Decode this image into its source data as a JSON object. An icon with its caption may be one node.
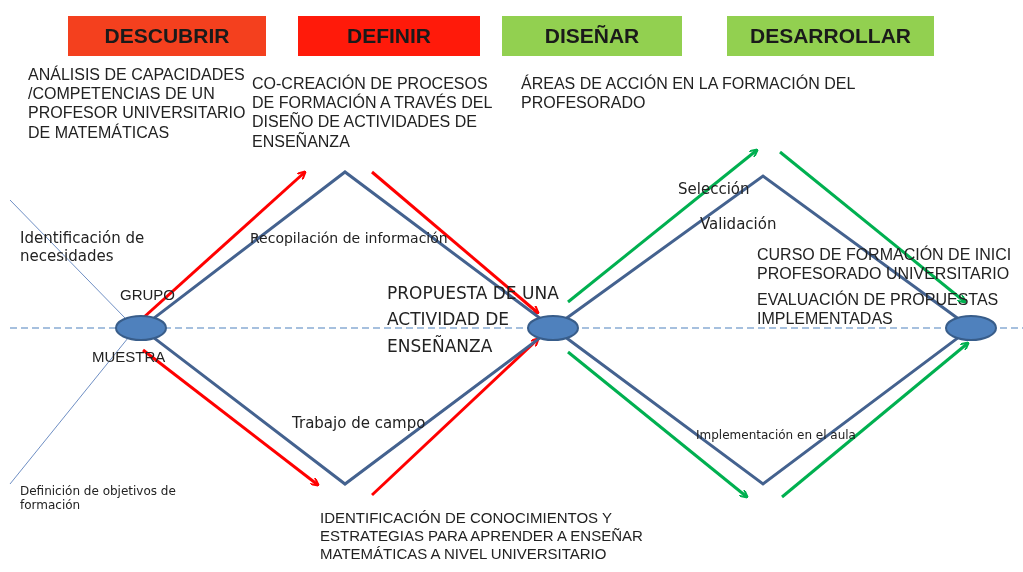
{
  "diagram": {
    "nodes": [
      {
        "text": [
          "DESCUBRIR"
        ]
      },
      {
        "text": [
          "DEFINIR"
        ]
      },
      {
        "text": [
          "DISEÑAR"
        ]
      },
      {
        "text": [
          "DESARROLLAR"
        ]
      },
      {
        "text": [],
        "shape": "circle",
        "beside": [
          "GRUPO",
          "MUESTRA"
        ]
      },
      {
        "text": [],
        "shape": "circle"
      },
      {
        "text": [],
        "shape": "circle"
      }
    ],
    "edges": [
      {
        "from": 4,
        "to": 5,
        "arrow": "none"
      },
      {
        "from": 4,
        "to": 5,
        "arrow": "none"
      },
      {
        "from": 5,
        "to": 6,
        "arrow": "none"
      },
      {
        "from": 5,
        "to": 6,
        "arrow": "none"
      }
    ],
    "labels": [
      "ANÁLISIS DE CAPACIDADES /COMPETENCIAS DE UN PROFESOR UNIVERSITARIO DE MATEMÁTICAS",
      "CO-CREACIÓN DE PROCESOS DE FORMACIÓN A TRAVÉS DEL DISEÑO DE ACTIVIDADES DE ENSEÑANZA",
      "ÁREAS DE ACCIÓN EN LA FORMACIÓN DEL PROFESORADO",
      "Selección",
      "Validación",
      "Identificación de necesidades",
      "Recopilación de información",
      "CURSO DE FORMACIÓN DE INICI PROFESORADO UNIVERSITARIO",
      "EVALUACIÓN DE PROPUESTAS IMPLEMENTADAS",
      "PROPUESTA DE UNA ACTIVIDAD DE ENSEÑANZA",
      "Trabajo de campo",
      "Implementación en el aula",
      "Definición de objetivos de formación",
      "IDENTIFICACIÓN DE CONOCIMIENTOS Y ESTRATEGIAS PARA APRENDER A ENSEÑAR MATEMÁTICAS A NIVEL UNIVERSITARIO"
    ]
  }
}
